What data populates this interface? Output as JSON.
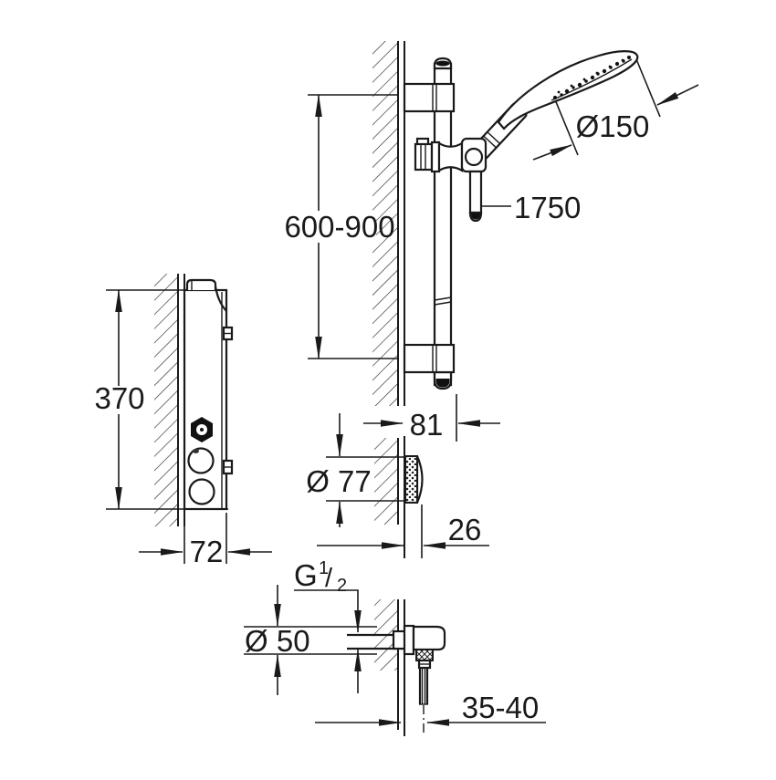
{
  "drawing": {
    "description": "Technical dimension drawing of shower system: slide rail with hand shower, concealed wall panel side view, wall holder and outlet elbow",
    "colors": {
      "line": "#1a1a1a",
      "background": "#ffffff"
    },
    "labels": {
      "head_diameter": "Ø150",
      "hose_length": "1750",
      "rail_range": "600-900",
      "panel_height": "370",
      "wall_to_rail": "81",
      "holder_diameter": "Ø 77",
      "holder_depth": "26",
      "panel_depth": "72",
      "thread_g": "G",
      "thread_num": "1",
      "thread_slash": "/",
      "thread_den": "2",
      "escutcheon_diameter": "Ø 50",
      "wall_to_hose": "35-40"
    }
  }
}
